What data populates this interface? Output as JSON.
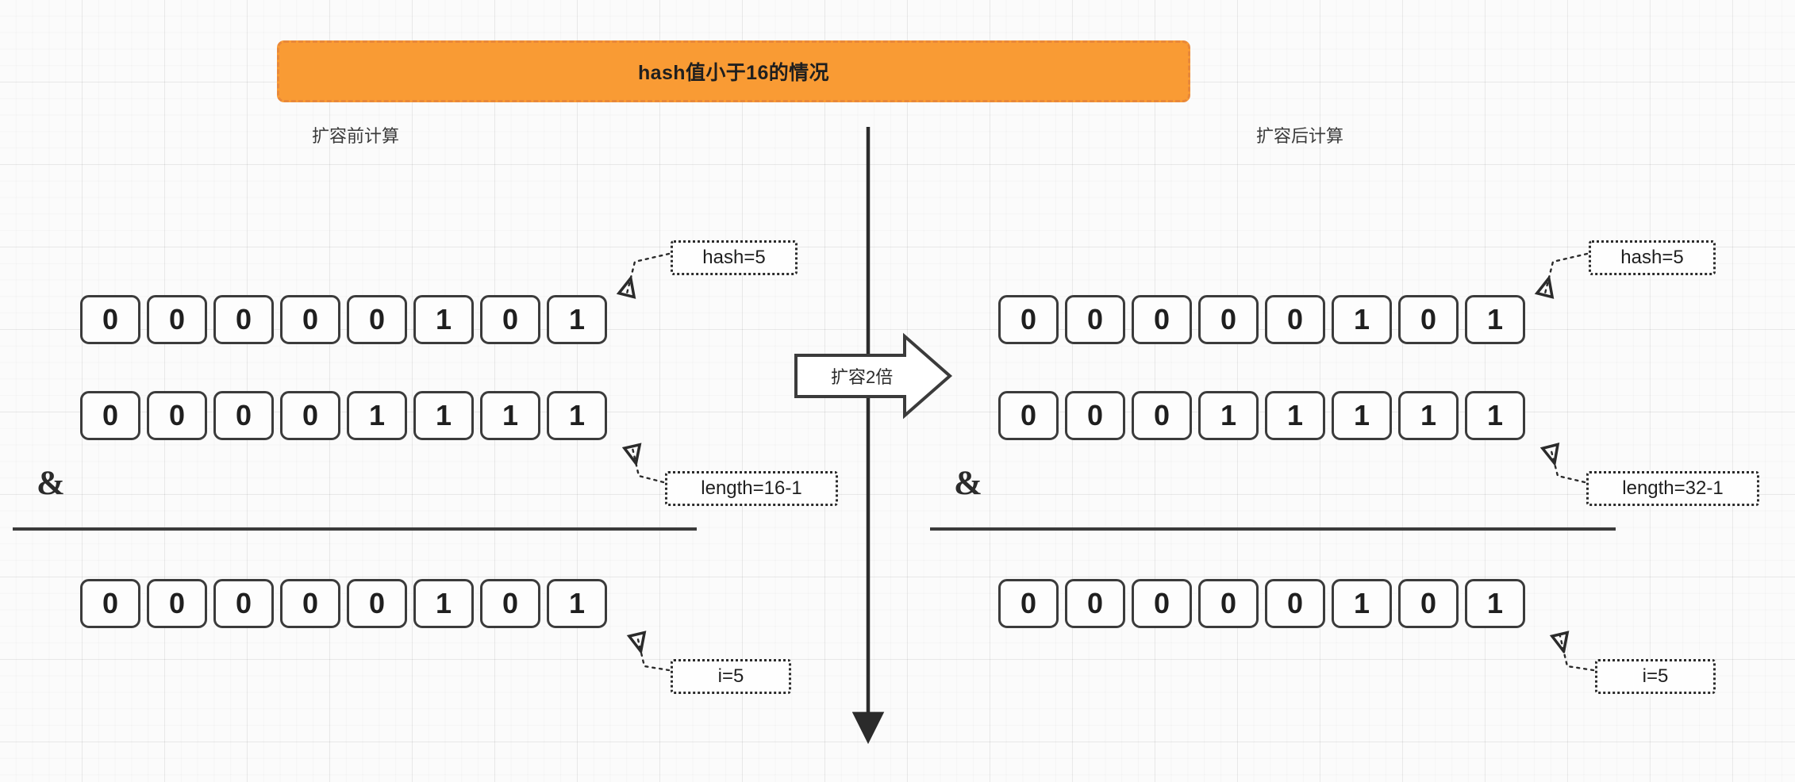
{
  "banner": {
    "title": "hash值小于16的情况",
    "bg_color": "#F99B34",
    "border_color": "#E8883A"
  },
  "center": {
    "arrow_label": "扩容2倍"
  },
  "operator": {
    "symbol": "&"
  },
  "panels": [
    {
      "id": "before",
      "caption": "扩容前计算",
      "rows": [
        {
          "name": "hash",
          "bits": [
            "0",
            "0",
            "0",
            "0",
            "0",
            "1",
            "0",
            "1"
          ],
          "callout": "hash=5",
          "decimal": 5
        },
        {
          "name": "length-mask",
          "bits": [
            "0",
            "0",
            "0",
            "0",
            "1",
            "1",
            "1",
            "1"
          ],
          "callout": "length=16-1",
          "decimal": 15
        },
        {
          "name": "result",
          "bits": [
            "0",
            "0",
            "0",
            "0",
            "0",
            "1",
            "0",
            "1"
          ],
          "callout": "i=5",
          "decimal": 5
        }
      ]
    },
    {
      "id": "after",
      "caption": "扩容后计算",
      "rows": [
        {
          "name": "hash",
          "bits": [
            "0",
            "0",
            "0",
            "0",
            "0",
            "1",
            "0",
            "1"
          ],
          "callout": "hash=5",
          "decimal": 5
        },
        {
          "name": "length-mask",
          "bits": [
            "0",
            "0",
            "0",
            "1",
            "1",
            "1",
            "1",
            "1"
          ],
          "callout": "length=32-1",
          "decimal": 31
        },
        {
          "name": "result",
          "bits": [
            "0",
            "0",
            "0",
            "0",
            "0",
            "1",
            "0",
            "1"
          ],
          "callout": "i=5",
          "decimal": 5
        }
      ]
    }
  ]
}
